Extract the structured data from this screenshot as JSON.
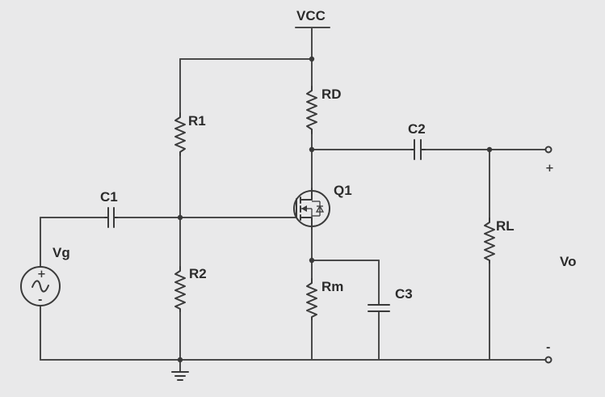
{
  "labels": {
    "vcc": "VCC",
    "rd": "RD",
    "r1": "R1",
    "r2": "R2",
    "rm": "Rm",
    "rl": "RL",
    "c1": "C1",
    "c2": "C2",
    "c3": "C3",
    "q1": "Q1",
    "vg": "Vg",
    "vo": "Vo"
  },
  "terminals": {
    "output_plus": "+",
    "output_minus": "-",
    "source_plus": "+",
    "source_minus": "-",
    "source_wave": "~"
  },
  "colors": {
    "background": "#e9e9ea",
    "wire": "#4a4a4a",
    "text": "#2b2b2b"
  }
}
